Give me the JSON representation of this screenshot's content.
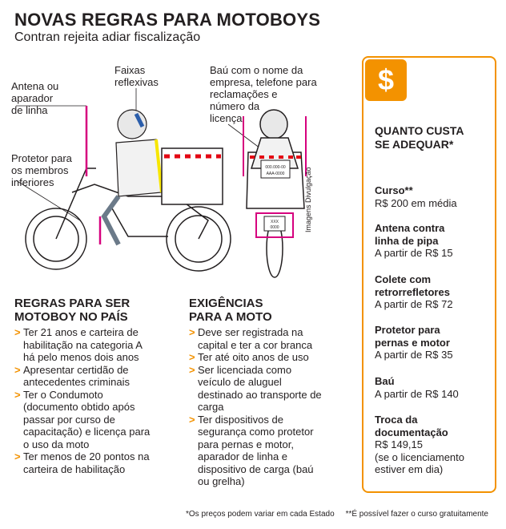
{
  "header": {
    "title": "NOVAS REGRAS PARA MOTOBOYS",
    "subtitle": "Contran rejeita adiar fiscalização"
  },
  "labels": {
    "antena": "Antena ou\naparador\nde linha",
    "faixas": "Faixas\nreflexivas",
    "bau": "Baú com o nome da\nempresa, telefone para\nreclamações e\nnúmero da\nlicença",
    "protetor": "Protetor para\nos membros\ninferiores",
    "credit": "Imagens Divulgação"
  },
  "moto_text": {
    "box_phone": "000.000-00",
    "box_plate": "AAA-0000",
    "plate_letters": "XXX",
    "plate_numbers": "0000"
  },
  "rules": {
    "heading": "REGRAS PARA SER\nMOTOBOY NO PAÍS",
    "items": [
      "Ter 21 anos e carteira de habilitação na categoria A há pelo menos dois anos",
      "Apresentar certidão de antecedentes criminais",
      "Ter o Condumoto (documento obtido após passar por curso de capacitação) e licença para o uso da moto",
      "Ter menos de 20 pontos na carteira de habilitação"
    ]
  },
  "requirements": {
    "heading": "EXIGÊNCIAS\nPARA A MOTO",
    "items": [
      "Deve ser registrada na capital e ter a cor branca",
      "Ter até oito anos de uso",
      "Ser licenciada como veículo de aluguel destinado ao transporte de carga",
      "Ter dispositivos de segurança como protetor para pernas e motor, aparador de linha e dispositivo de carga (baú ou grelha)"
    ]
  },
  "costs": {
    "icon": "dollar-icon",
    "title": "QUANTO CUSTA\nSE ADEQUAR*",
    "items": [
      {
        "name": "Curso**",
        "price": "R$ 200 em média"
      },
      {
        "name": "Antena contra\nlinha de pipa",
        "price": "A partir de R$ 15"
      },
      {
        "name": "Colete com\nretrorrefletores",
        "price": "A partir de R$ 72"
      },
      {
        "name": "Protetor para\npernas e motor",
        "price": "A partir de R$ 35"
      },
      {
        "name": "Baú",
        "price": "A partir de R$ 140"
      },
      {
        "name": "Troca da\ndocumentação",
        "price": "R$ 149,15\n(se o licenciamento\nestiver em dia)"
      }
    ]
  },
  "footnotes": {
    "one": "*Os preços podem variar em cada Estado",
    "two": "**É possível fazer o curso gratuitamente"
  },
  "colors": {
    "accent": "#f39200",
    "text": "#231f20",
    "highlight": "#d6007e"
  }
}
